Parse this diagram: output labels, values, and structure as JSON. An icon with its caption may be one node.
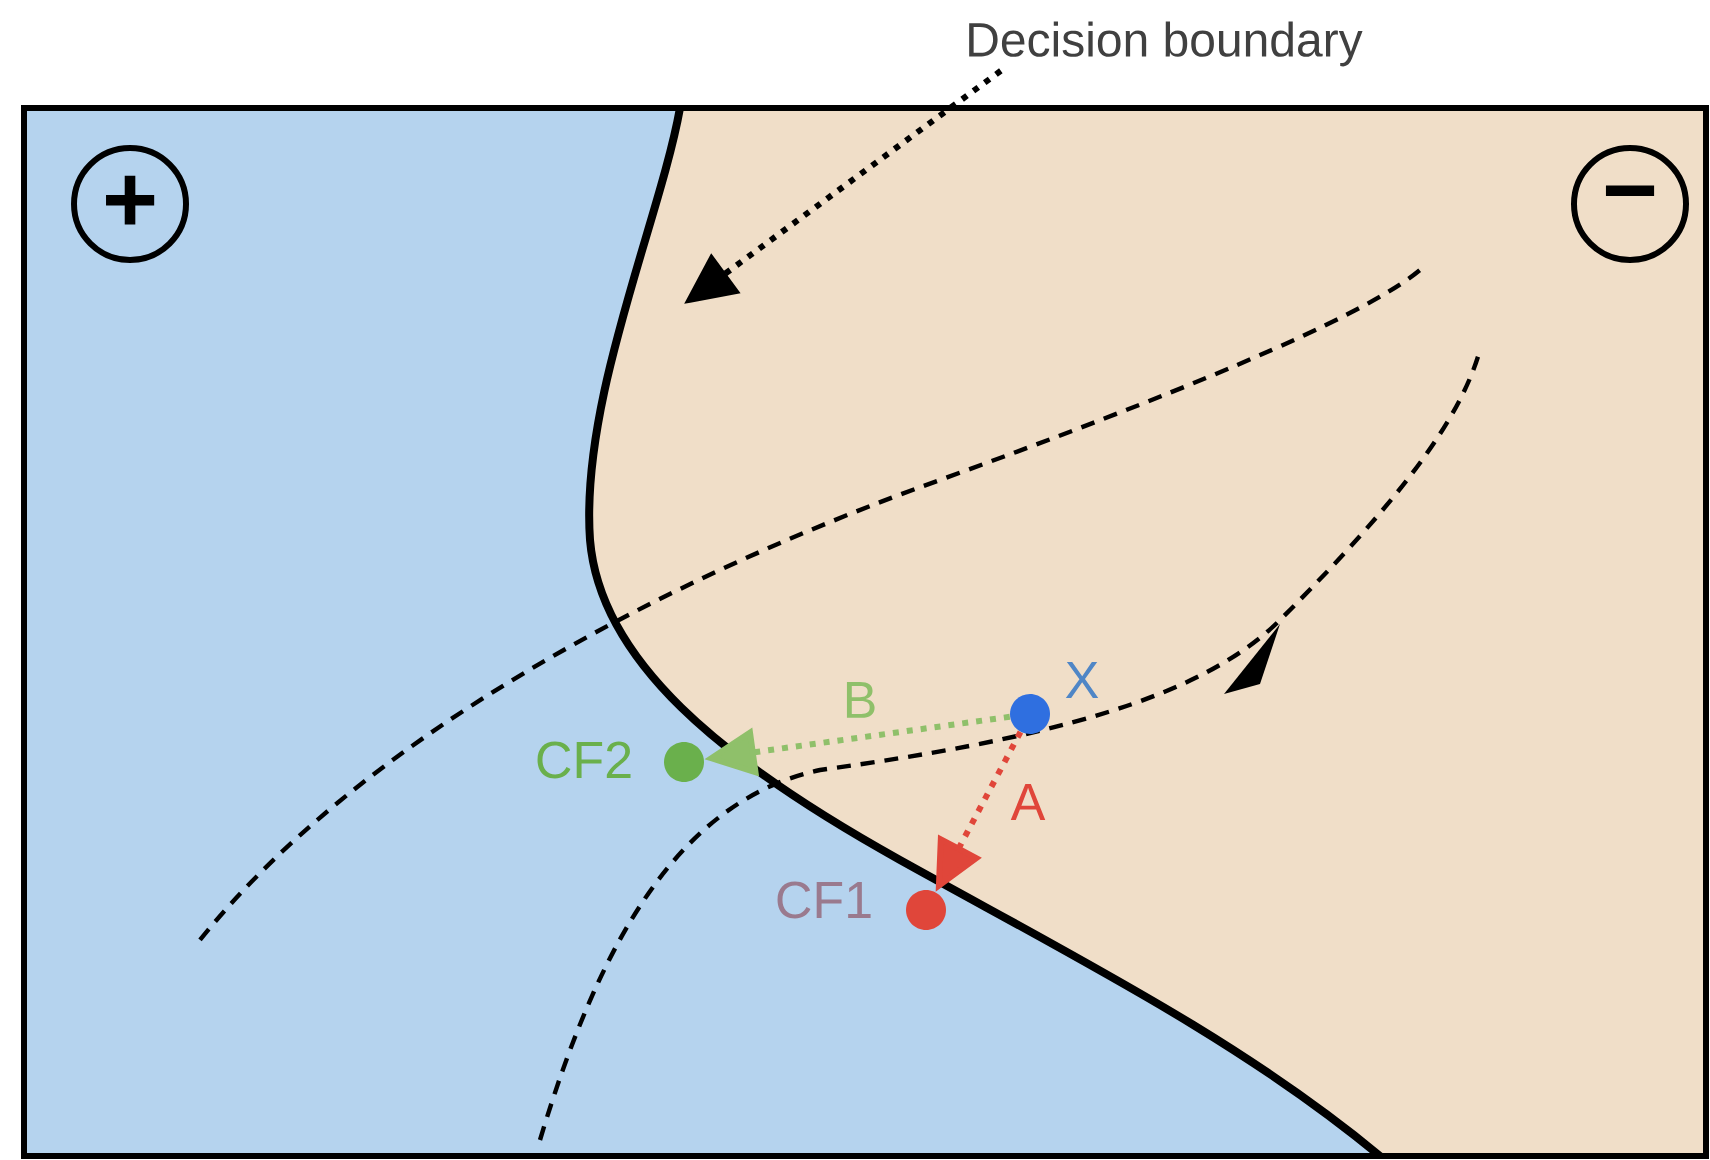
{
  "diagram": {
    "nodes": [
      {
        "text": [
          "Decision boundary"
        ]
      },
      {
        "text": [],
        "shape": "circle",
        "beside": [
          "X"
        ]
      },
      {
        "text": [],
        "shape": "circle",
        "beside": [
          "CF1"
        ]
      },
      {
        "text": [],
        "shape": "circle",
        "beside": [
          "CF2"
        ]
      }
    ],
    "edges": [
      {
        "from": 0,
        "to": null,
        "arrow": "to",
        "style": "dashed"
      },
      {
        "from": 1,
        "to": 2,
        "arrow": "to",
        "label": "A",
        "style": "dashed",
        "color": "#e0463a"
      },
      {
        "from": 1,
        "to": 3,
        "arrow": "to",
        "label": "B",
        "style": "dashed",
        "color": "#8fc06a"
      }
    ],
    "labels": [
      "+",
      "−"
    ]
  }
}
